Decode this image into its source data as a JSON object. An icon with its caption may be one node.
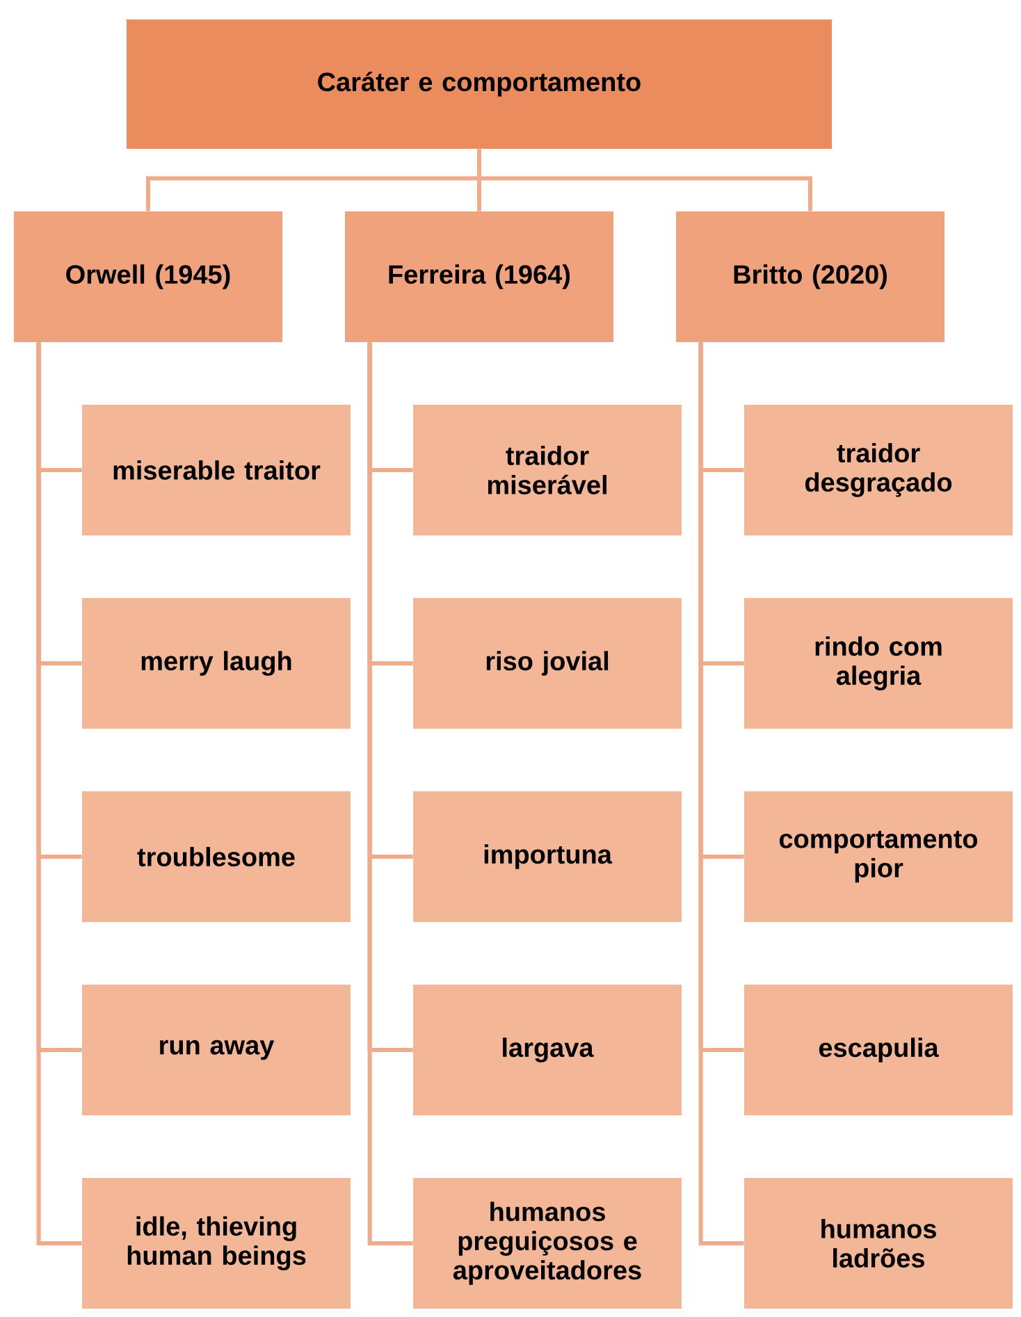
{
  "diagram": {
    "nodes": [
      {
        "text": [
          "Caráter e comportamento"
        ]
      },
      {
        "text": [
          "Orwell (1945)"
        ]
      },
      {
        "text": [
          "Ferreira (1964)"
        ]
      },
      {
        "text": [
          "Britto (2020)"
        ]
      },
      {
        "text": [
          "miserable traitor"
        ]
      },
      {
        "text": [
          "merry laugh"
        ]
      },
      {
        "text": [
          "troublesome"
        ]
      },
      {
        "text": [
          "run away"
        ]
      },
      {
        "text": [
          "idle, thieving human beings"
        ]
      },
      {
        "text": [
          "traidor miserável"
        ]
      },
      {
        "text": [
          "riso jovial"
        ]
      },
      {
        "text": [
          "importuna"
        ]
      },
      {
        "text": [
          "largava"
        ]
      },
      {
        "text": [
          "humanos preguiçosos e aproveitadores"
        ]
      },
      {
        "text": [
          "traidor desgraçado"
        ]
      },
      {
        "text": [
          "rindo com alegria"
        ]
      },
      {
        "text": [
          "comportamento pior"
        ]
      },
      {
        "text": [
          "escapulia"
        ]
      },
      {
        "text": [
          "humanos ladrões"
        ]
      }
    ],
    "edges": [
      {
        "from": 0,
        "to": 1,
        "arrow": "none"
      },
      {
        "from": 0,
        "to": 2,
        "arrow": "none"
      },
      {
        "from": 0,
        "to": 3,
        "arrow": "none"
      },
      {
        "from": 1,
        "to": 4,
        "arrow": "none"
      },
      {
        "from": 1,
        "to": 5,
        "arrow": "none"
      },
      {
        "from": 1,
        "to": 6,
        "arrow": "none"
      },
      {
        "from": 1,
        "to": 7,
        "arrow": "none"
      },
      {
        "from": 1,
        "to": 8,
        "arrow": "none"
      },
      {
        "from": 2,
        "to": 9,
        "arrow": "none"
      },
      {
        "from": 2,
        "to": 10,
        "arrow": "none"
      },
      {
        "from": 2,
        "to": 11,
        "arrow": "none"
      },
      {
        "from": 2,
        "to": 12,
        "arrow": "none"
      },
      {
        "from": 2,
        "to": 13,
        "arrow": "none"
      },
      {
        "from": 3,
        "to": 14,
        "arrow": "none"
      },
      {
        "from": 3,
        "to": 15,
        "arrow": "none"
      },
      {
        "from": 3,
        "to": 16,
        "arrow": "none"
      },
      {
        "from": 3,
        "to": 17,
        "arrow": "none"
      },
      {
        "from": 3,
        "to": 18,
        "arrow": "none"
      }
    ]
  }
}
